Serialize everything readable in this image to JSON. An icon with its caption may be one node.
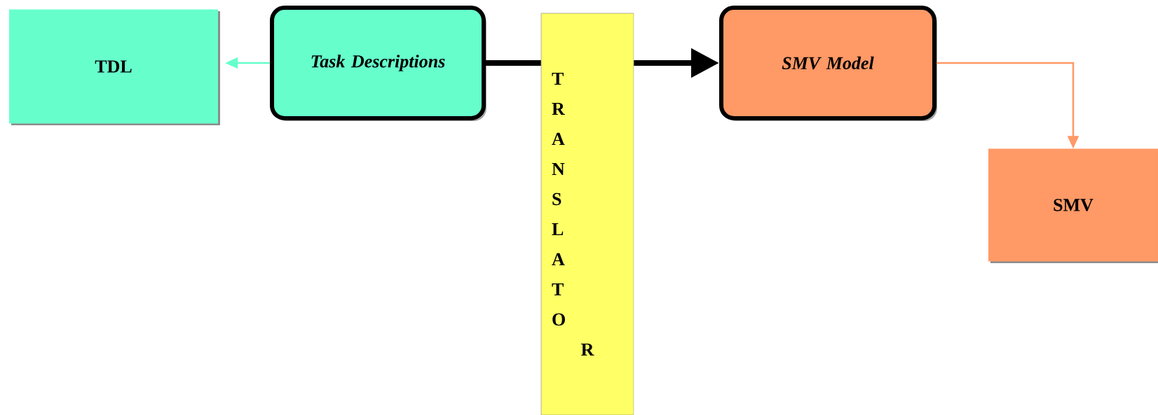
{
  "diagram": {
    "nodes": [
      {
        "text": [
          "TDL"
        ]
      },
      {
        "text": [
          "Task Descriptions"
        ]
      },
      {
        "text": [
          "TRANSLATOR"
        ]
      },
      {
        "text": [
          "SMV Model"
        ]
      },
      {
        "text": [
          "SMV"
        ]
      }
    ],
    "edges": [
      {
        "from": 1,
        "to": 0,
        "arrow": "to",
        "color": "#66ffcc"
      },
      {
        "from": 1,
        "to": 2,
        "arrow": "none",
        "style": "thick",
        "color": "#000000"
      },
      {
        "from": 2,
        "to": 3,
        "arrow": "to",
        "style": "thick",
        "color": "#000000"
      },
      {
        "from": 3,
        "to": 4,
        "arrow": "to",
        "color": "#ff9966"
      }
    ]
  }
}
